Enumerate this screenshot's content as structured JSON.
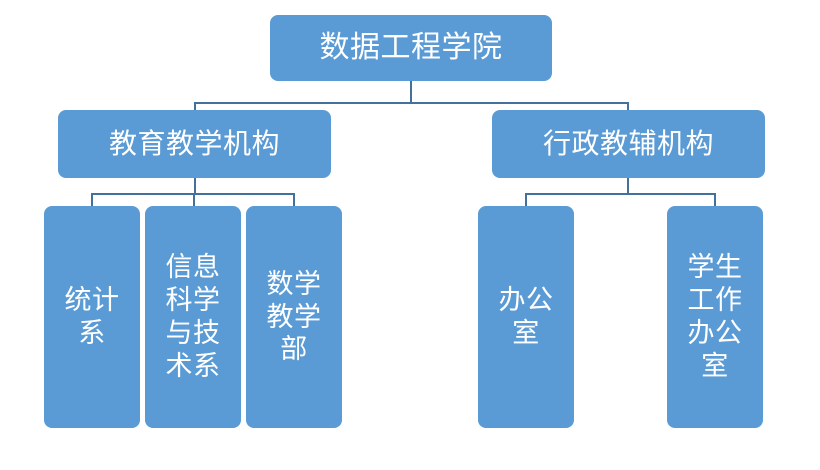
{
  "chart_data": {
    "type": "diagram",
    "diagram_type": "organizational-chart",
    "title": "数据工程学院",
    "orientation": "top-down",
    "levels": 3,
    "node_fill_color": "#5B9BD5",
    "node_text_color": "#FFFFFF",
    "connector_color": "#41719C",
    "background_color": "#FFFFFF",
    "nodes": [
      {
        "id": "root",
        "label": "数据工程学院",
        "level": 0,
        "parent": null
      },
      {
        "id": "l2-academic",
        "label": "教育教学机构",
        "level": 1,
        "parent": "root"
      },
      {
        "id": "l2-admin",
        "label": "行政教辅机构",
        "level": 1,
        "parent": "root"
      },
      {
        "id": "leaf-statistics",
        "label": "统计\n系",
        "level": 2,
        "parent": "l2-academic"
      },
      {
        "id": "leaf-infoscience",
        "label": "信息\n科学\n与技\n术系",
        "level": 2,
        "parent": "l2-academic"
      },
      {
        "id": "leaf-math",
        "label": "数学\n教学\n部",
        "level": 2,
        "parent": "l2-academic"
      },
      {
        "id": "leaf-office",
        "label": "办公\n室",
        "level": 2,
        "parent": "l2-admin"
      },
      {
        "id": "leaf-student-affairs",
        "label": "学生\n工作\n办公\n室",
        "level": 2,
        "parent": "l2-admin"
      }
    ],
    "edges": [
      {
        "from": "root",
        "to": "l2-academic"
      },
      {
        "from": "root",
        "to": "l2-admin"
      },
      {
        "from": "l2-academic",
        "to": "leaf-statistics"
      },
      {
        "from": "l2-academic",
        "to": "leaf-infoscience"
      },
      {
        "from": "l2-academic",
        "to": "leaf-math"
      },
      {
        "from": "l2-admin",
        "to": "leaf-office"
      },
      {
        "from": "l2-admin",
        "to": "leaf-student-affairs"
      }
    ]
  },
  "root": {
    "label": "数据工程学院"
  },
  "level2": {
    "academic": {
      "label": "教育教学机构"
    },
    "admin": {
      "label": "行政教辅机构"
    }
  },
  "leaves": {
    "statistics": {
      "label": "统计\n系"
    },
    "infoscience": {
      "label": "信息\n科学\n与技\n术系"
    },
    "math": {
      "label": "数学\n教学\n部"
    },
    "office": {
      "label": "办公\n室"
    },
    "student_affairs": {
      "label": "学生\n工作\n办公\n室"
    }
  }
}
